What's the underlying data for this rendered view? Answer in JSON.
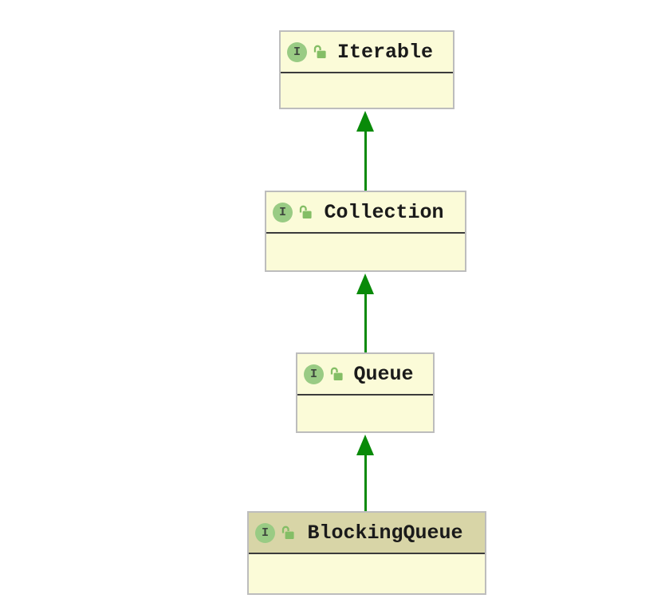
{
  "diagram_type": "interface-inheritance-hierarchy",
  "nodes": [
    {
      "name": "Iterable",
      "icon_letter": "I",
      "kind": "interface",
      "selected": false
    },
    {
      "name": "Collection",
      "icon_letter": "I",
      "kind": "interface",
      "selected": false
    },
    {
      "name": "Queue",
      "icon_letter": "I",
      "kind": "interface",
      "selected": false
    },
    {
      "name": "BlockingQueue",
      "icon_letter": "I",
      "kind": "interface",
      "selected": true
    }
  ],
  "edges": [
    {
      "from": "Collection",
      "to": "Iterable",
      "type": "extends"
    },
    {
      "from": "Queue",
      "to": "Collection",
      "type": "extends"
    },
    {
      "from": "BlockingQueue",
      "to": "Queue",
      "type": "extends"
    }
  ],
  "colors": {
    "node_fill": "#FBFBD8",
    "selected_header_fill": "#D8D5A7",
    "node_border": "#BDBDBD",
    "separator_line": "#3B3B3B",
    "interface_icon_circle": "#99CB84",
    "lock_icon_green": "#84BE66",
    "arrow_green": "#098A09",
    "label_text": "#1A1A1A",
    "background": "#FFFFFF"
  }
}
